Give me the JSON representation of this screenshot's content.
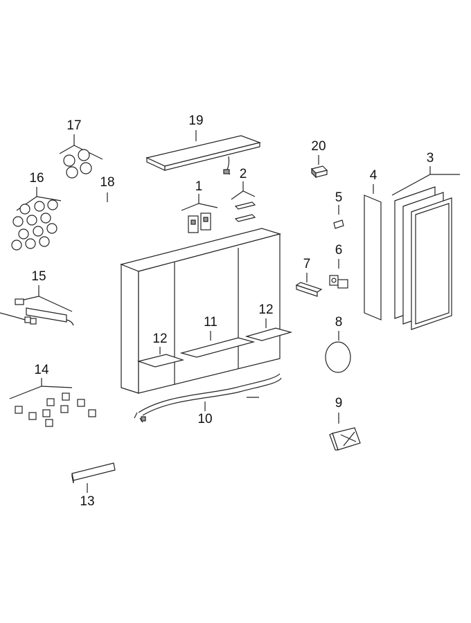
{
  "diagram": {
    "parts": [
      {
        "id": "p1",
        "number": "1"
      },
      {
        "id": "p2",
        "number": "2"
      },
      {
        "id": "p3",
        "number": "3"
      },
      {
        "id": "p4",
        "number": "4"
      },
      {
        "id": "p5",
        "number": "5"
      },
      {
        "id": "p6",
        "number": "6"
      },
      {
        "id": "p7",
        "number": "7"
      },
      {
        "id": "p8",
        "number": "8"
      },
      {
        "id": "p9",
        "number": "9"
      },
      {
        "id": "p10",
        "number": "10"
      },
      {
        "id": "p11",
        "number": "11"
      },
      {
        "id": "p12a",
        "number": "12"
      },
      {
        "id": "p12b",
        "number": "12"
      },
      {
        "id": "p13",
        "number": "13"
      },
      {
        "id": "p14",
        "number": "14"
      },
      {
        "id": "p15",
        "number": "15"
      },
      {
        "id": "p16",
        "number": "16"
      },
      {
        "id": "p17",
        "number": "17"
      },
      {
        "id": "p18",
        "number": "18"
      },
      {
        "id": "p19",
        "number": "19"
      },
      {
        "id": "p20",
        "number": "20"
      }
    ]
  }
}
